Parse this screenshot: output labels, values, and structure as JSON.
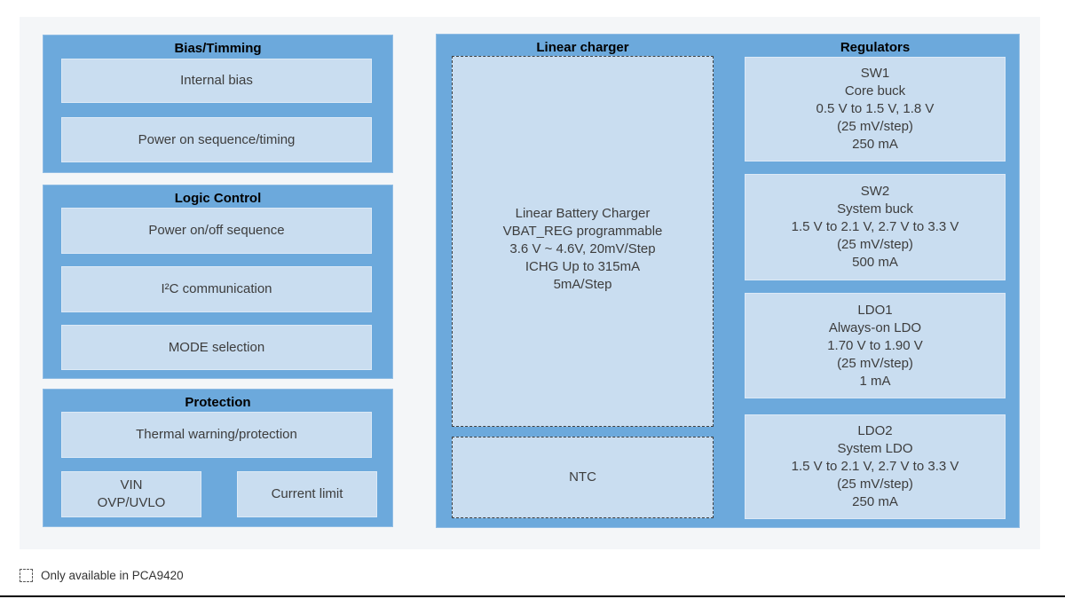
{
  "diagram": {
    "legend_label": "Only available in PCA9420",
    "colors": {
      "group_fill": "#6ca9dc",
      "cell_fill": "#c9ddf0",
      "panel_fill": "#f4f6f8",
      "dashed_border": "#3f3f3f"
    },
    "groups": {
      "bias": {
        "title": "Bias/Timming",
        "internal_bias": "Internal bias",
        "power_on": "Power on sequence/timing"
      },
      "logic": {
        "title": "Logic Control",
        "power_onoff": "Power on/off sequence",
        "i2c": "I²C communication",
        "mode": "MODE selection"
      },
      "protection": {
        "title": "Protection",
        "thermal": "Thermal warning/protection",
        "vin_line1": "VIN",
        "vin_line2": "OVP/UVLO",
        "current_limit": "Current limit"
      },
      "charger": {
        "title": "Linear charger",
        "main_lines": [
          "Linear Battery Charger",
          "VBAT_REG programmable",
          "3.6 V ~ 4.6V, 20mV/Step",
          "ICHG Up to 315mA",
          "5mA/Step"
        ],
        "ntc": "NTC"
      },
      "regulators": {
        "title": "Regulators",
        "blocks": [
          {
            "lines": [
              "SW1",
              "Core buck",
              "0.5 V to 1.5 V, 1.8 V",
              "(25 mV/step)",
              "250 mA"
            ]
          },
          {
            "lines": [
              "SW2",
              "System buck",
              "1.5 V to 2.1 V, 2.7 V to 3.3 V",
              "(25 mV/step)",
              "500 mA"
            ]
          },
          {
            "lines": [
              "LDO1",
              "Always-on LDO",
              "1.70 V to 1.90 V",
              "(25 mV/step)",
              "1 mA"
            ]
          },
          {
            "lines": [
              "LDO2",
              "System LDO",
              "1.5 V to 2.1 V, 2.7 V to 3.3 V",
              "(25 mV/step)",
              "250 mA"
            ]
          }
        ]
      }
    }
  }
}
